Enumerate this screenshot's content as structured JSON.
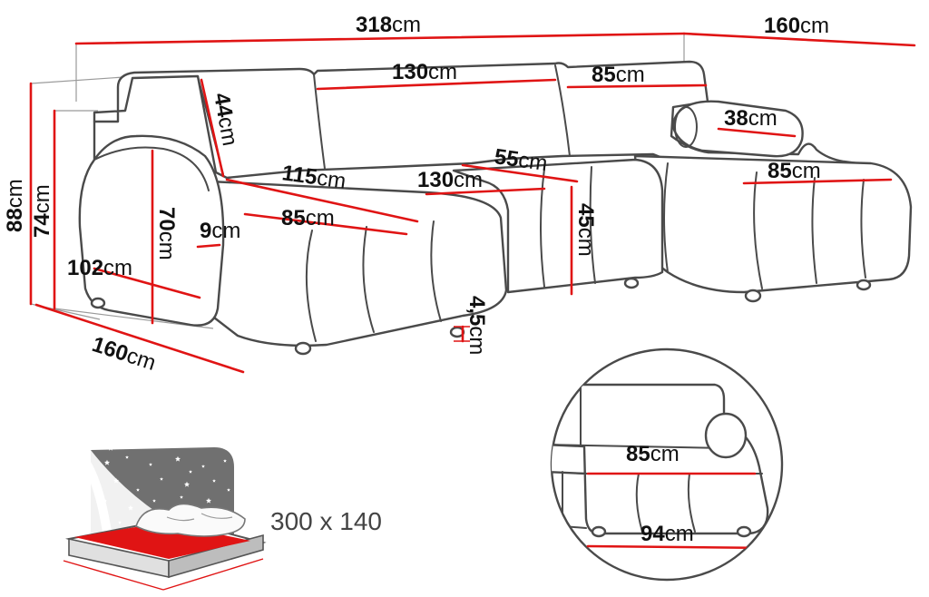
{
  "labels": {
    "total_length": {
      "num": "318",
      "unit": "cm"
    },
    "depth_right": {
      "num": "160",
      "unit": "cm"
    },
    "back_center_width": {
      "num": "130",
      "unit": "cm"
    },
    "back_right_width": {
      "num": "85",
      "unit": "cm"
    },
    "cushion_height": {
      "num": "44",
      "unit": "cm"
    },
    "bolster_length": {
      "num": "38",
      "unit": "cm"
    },
    "seat_depth_left": {
      "num": "115",
      "unit": "cm"
    },
    "seat_width_middle": {
      "num": "130",
      "unit": "cm"
    },
    "seat_depth_middle": {
      "num": "55",
      "unit": "cm"
    },
    "chaise_width": {
      "num": "85",
      "unit": "cm"
    },
    "seat_width_left": {
      "num": "85",
      "unit": "cm"
    },
    "arm_height": {
      "num": "70",
      "unit": "cm"
    },
    "arm_width": {
      "num": "9",
      "unit": "cm"
    },
    "seat_height": {
      "num": "45",
      "unit": "cm"
    },
    "height_total": {
      "num": "88",
      "unit": "cm"
    },
    "height_back": {
      "num": "74",
      "unit": "cm"
    },
    "arm_depth": {
      "num": "102",
      "unit": "cm"
    },
    "depth_left": {
      "num": "160",
      "unit": "cm"
    },
    "leg_height": {
      "num": "4,5",
      "unit": "cm"
    },
    "detail_width": {
      "num": "85",
      "unit": "cm"
    },
    "detail_depth": {
      "num": "94",
      "unit": "cm"
    }
  },
  "sleeping_area": "300 x 140",
  "colors": {
    "dimension_line": "#e01414",
    "outline": "#4a4a4a",
    "mattress": "#e01414",
    "night_sky": "#707070"
  },
  "icons": {
    "bed_icon": "bed-with-night-sky-icon",
    "detail_view": "magnified-chaise-detail"
  }
}
